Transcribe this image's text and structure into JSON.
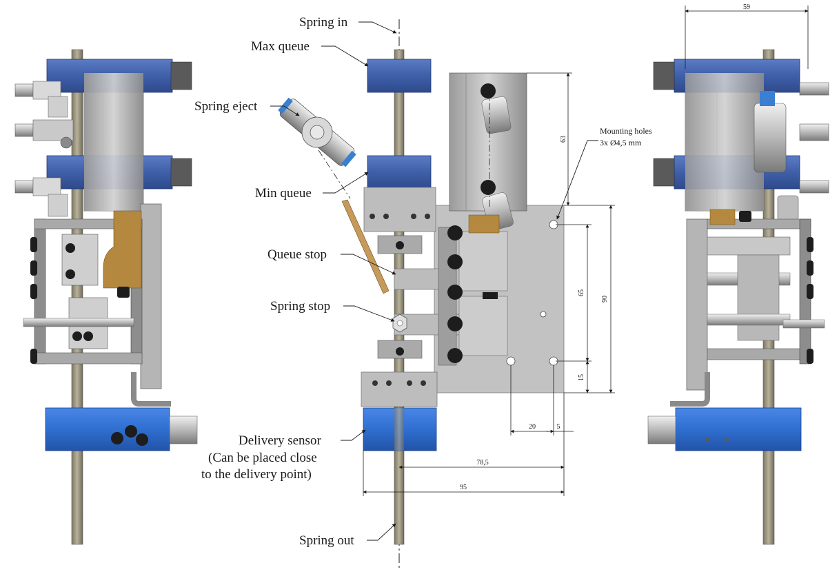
{
  "labels": {
    "spring_in": "Spring in",
    "max_queue": "Max queue",
    "spring_eject": "Spring eject",
    "min_queue": "Min queue",
    "queue_stop": "Queue stop",
    "spring_stop": "Spring stop",
    "delivery_sensor_1": "Delivery sensor",
    "delivery_sensor_2": "(Can be placed close",
    "delivery_sensor_3": "to the delivery point)",
    "spring_out": "Spring out",
    "mounting_holes_1": "Mounting holes",
    "mounting_holes_2": "3x Ø4,5 mm"
  },
  "dimensions": {
    "d59": "59",
    "d63": "63",
    "d90": "90",
    "d65": "65",
    "d15": "15",
    "d20": "20",
    "d5": "5",
    "d78": "78,5",
    "d95": "95"
  },
  "colors": {
    "blue_block": "#3f5fa8",
    "blue_sensor": "#2f6fd0",
    "metal_light": "#c9c9c9",
    "metal_mid": "#a8a8a8",
    "metal_dark": "#7d7d7d",
    "rod": "#9c9580",
    "brass": "#b58a45",
    "black_knob": "#1d1d1d"
  }
}
